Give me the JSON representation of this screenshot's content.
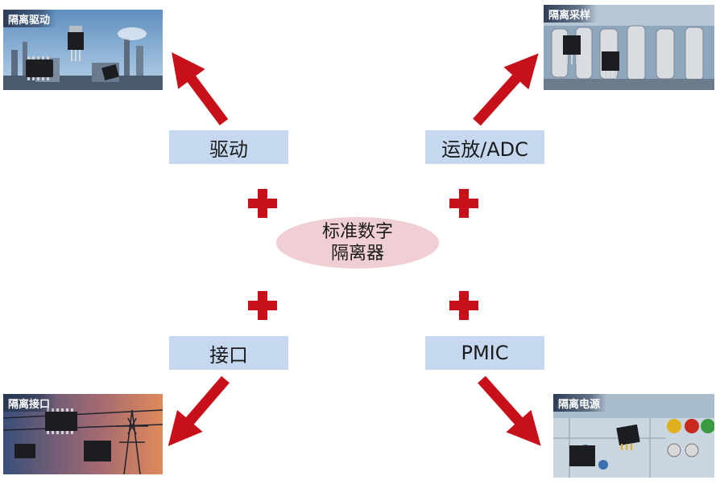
{
  "center": {
    "line1": "标准数字",
    "line2": "隔离器"
  },
  "labels": {
    "drive": "驱动",
    "adc": "运放/ADC",
    "interface": "接口",
    "pmic": "PMIC"
  },
  "photos": {
    "drive": "隔离驱动",
    "sampling": "隔离采样",
    "interface": "隔离接口",
    "power": "隔离电源"
  },
  "colors": {
    "accent": "#c8101a",
    "label_bg": "#c5d8ef",
    "center_bg": "#efcfd3"
  }
}
